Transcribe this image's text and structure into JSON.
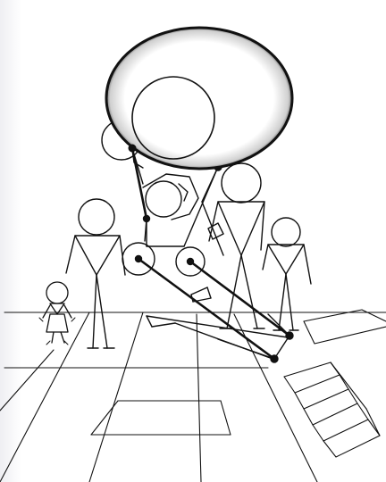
{
  "drawing": {
    "stroke_color": "#111111",
    "background_color": "#ffffff",
    "figures": [
      {
        "name": "large-balloon-head"
      },
      {
        "name": "central-stick-figure"
      },
      {
        "name": "left-stick-figure"
      },
      {
        "name": "right-tall-stick-figure"
      },
      {
        "name": "far-right-stick-figure"
      },
      {
        "name": "small-child-figure"
      }
    ],
    "scene": [
      "floor-perspective-grid",
      "staircase",
      "floor-rectangle",
      "diagonal-shadow-rods"
    ]
  }
}
